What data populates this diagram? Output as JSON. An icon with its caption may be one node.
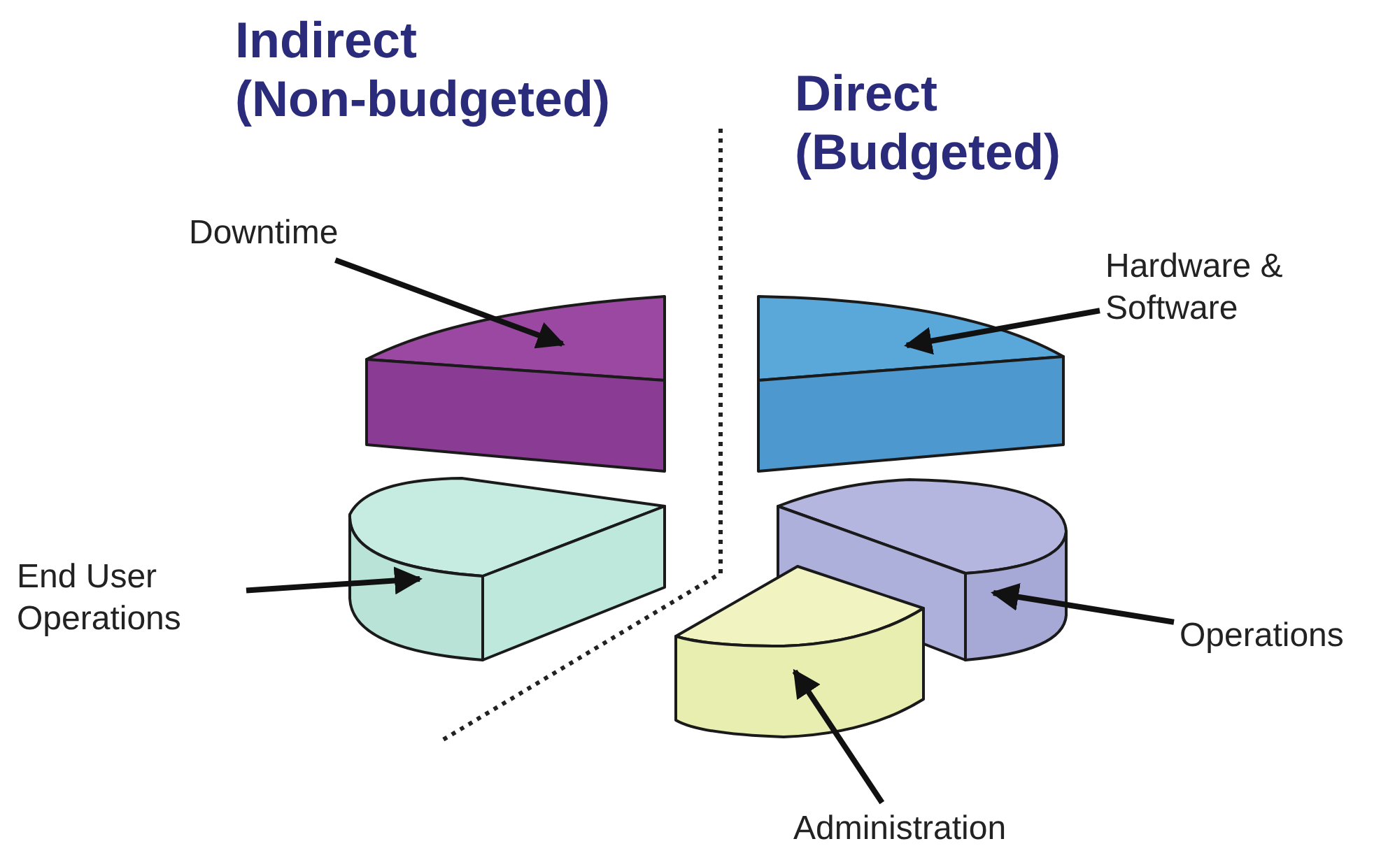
{
  "diagram": {
    "nodes": [
      {
        "text": [
          "Downtime"
        ]
      },
      {
        "text": [],
        "shape": "slice"
      },
      {
        "text": [
          "Hardware & Software"
        ]
      },
      {
        "text": [],
        "shape": "slice"
      },
      {
        "text": [
          "End User Operations"
        ]
      },
      {
        "text": [],
        "shape": "slice"
      },
      {
        "text": [
          "Operations"
        ]
      },
      {
        "text": [],
        "shape": "slice"
      },
      {
        "text": [
          "Administration"
        ]
      },
      {
        "text": [],
        "shape": "slice"
      }
    ],
    "edges": [
      {
        "from": 0,
        "to": 1,
        "arrow": "to"
      },
      {
        "from": 2,
        "to": 3,
        "arrow": "to"
      },
      {
        "from": 4,
        "to": 5,
        "arrow": "to"
      },
      {
        "from": 6,
        "to": 7,
        "arrow": "to"
      },
      {
        "from": 8,
        "to": 9,
        "arrow": "to"
      }
    ],
    "labels": [
      "Indirect (Non-budgeted)",
      "Direct (Budgeted)"
    ]
  }
}
